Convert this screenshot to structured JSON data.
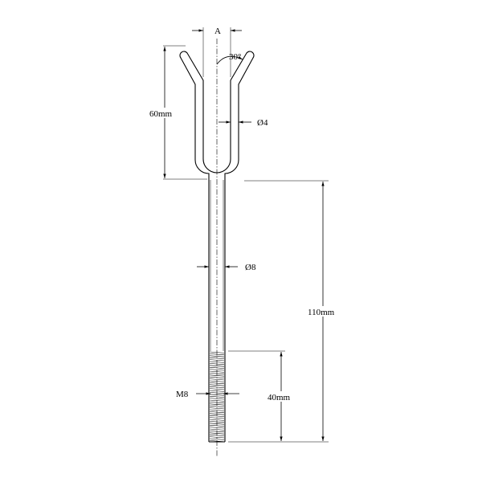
{
  "drawing": {
    "labels": {
      "opening": "A",
      "angle": "30°",
      "wire_diameter": "Ø4",
      "fork_height": "60mm",
      "rod_diameter": "Ø8",
      "rod_length": "110mm",
      "thread_size": "M8",
      "thread_length": "40mm"
    }
  }
}
